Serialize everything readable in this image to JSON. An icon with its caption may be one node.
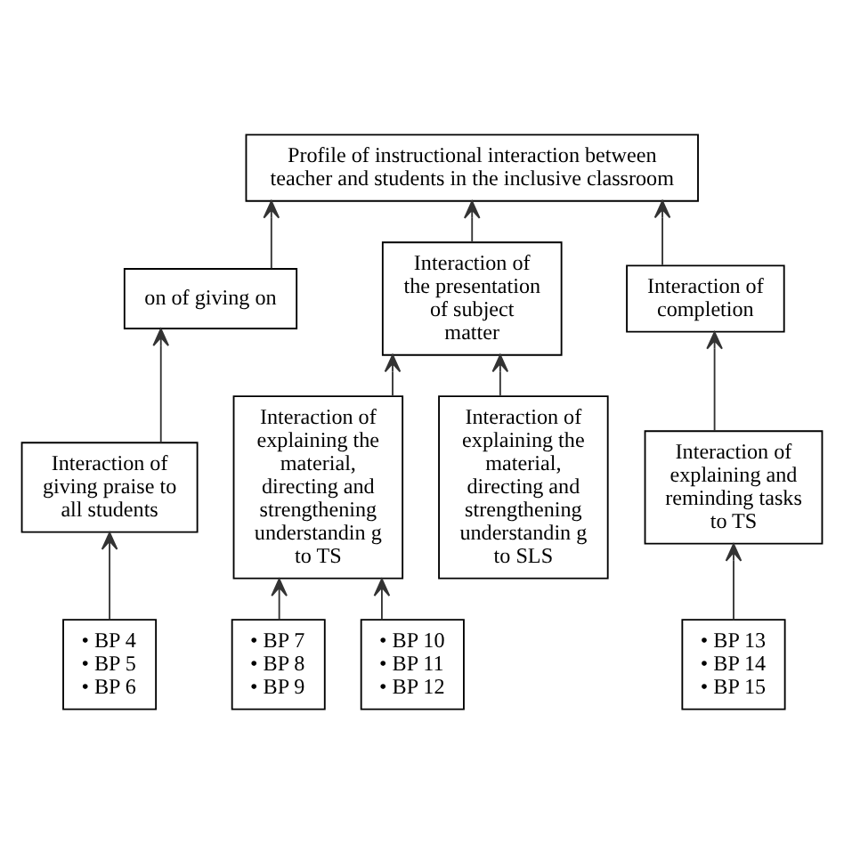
{
  "diagram": {
    "nodes": [
      {
        "text": [
          "Profile of instructional interaction between teacher and students in the inclusive classroom"
        ]
      },
      {
        "text": [
          "on of giving on"
        ]
      },
      {
        "text": [
          "Interaction of the presentation of subject matter"
        ]
      },
      {
        "text": [
          "Interaction of completion"
        ]
      },
      {
        "text": [
          "Interaction of giving praise to all students"
        ]
      },
      {
        "text": [
          "Interaction of explaining the material, directing and strengthening understandin g to TS"
        ]
      },
      {
        "text": [
          "Interaction of explaining the material, directing and strengthening understandin g to SLS"
        ]
      },
      {
        "text": [
          "Interaction of explaining and reminding tasks to TS"
        ]
      },
      {
        "text": [
          "• BP 4",
          "• BP 5",
          "• BP 6"
        ]
      },
      {
        "text": [
          "• BP 7",
          "• BP 8",
          "• BP 9"
        ]
      },
      {
        "text": [
          "• BP 10",
          "• BP 11",
          "• BP 12"
        ]
      },
      {
        "text": [
          "• BP 13",
          "• BP 14",
          "• BP 15"
        ]
      }
    ],
    "edges": [
      {
        "from": 1,
        "to": 0,
        "arrow": "to"
      },
      {
        "from": 2,
        "to": 0,
        "arrow": "to"
      },
      {
        "from": 3,
        "to": 0,
        "arrow": "to"
      },
      {
        "from": 4,
        "to": 1,
        "arrow": "to"
      },
      {
        "from": 5,
        "to": 2,
        "arrow": "to"
      },
      {
        "from": 6,
        "to": 2,
        "arrow": "to"
      },
      {
        "from": 7,
        "to": 3,
        "arrow": "to"
      },
      {
        "from": 8,
        "to": 4,
        "arrow": "to"
      },
      {
        "from": 9,
        "to": 5,
        "arrow": "to"
      },
      {
        "from": 10,
        "to": 5,
        "arrow": "to"
      },
      {
        "from": 11,
        "to": 7,
        "arrow": "to"
      }
    ]
  }
}
